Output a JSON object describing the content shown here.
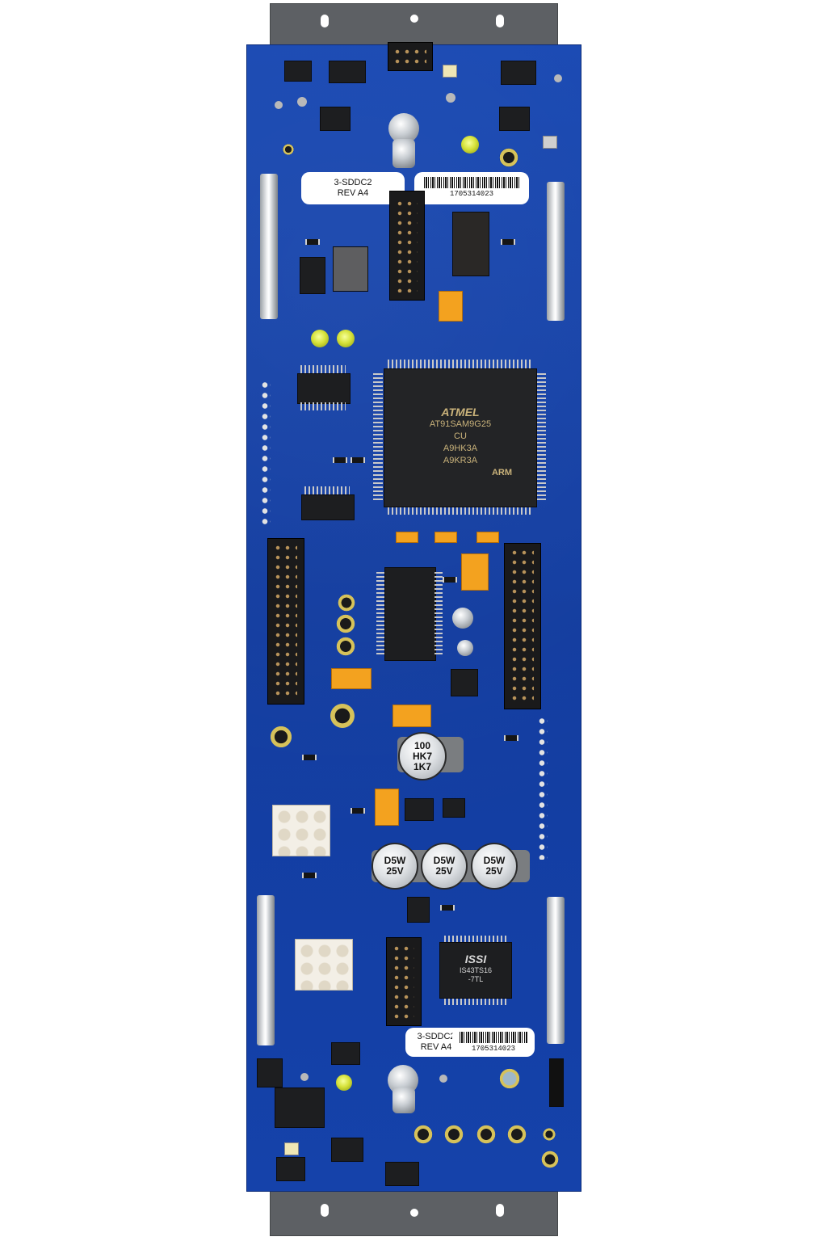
{
  "board": {
    "label_top": {
      "line1": "3-SDDC2",
      "line2": "REV A4",
      "serial": "1705314023"
    },
    "label_bottom": {
      "line1": "3-SDDC2",
      "line2": "REV A4",
      "serial": "1705314023"
    },
    "cpu": {
      "logo": "ATMEL",
      "model": "AT91SAM9G25",
      "suffix": "CU",
      "lot1": "A9HK3A",
      "lot2": "A9KR3A",
      "arch": "ARM"
    },
    "capacitor_main": {
      "line1": "100",
      "line2": "HK7",
      "line3": "1K7"
    },
    "capacitors": [
      {
        "line1": "D5W",
        "line2": "25V"
      },
      {
        "line1": "D5W",
        "line2": "25V"
      },
      {
        "line1": "D5W",
        "line2": "25V"
      }
    ],
    "memory_chip": {
      "brand": "ISSI",
      "line1": "IS43TS16",
      "line2": "-7TL"
    }
  },
  "colors": {
    "pcb": "#1340a8",
    "bracket": "#5d6064",
    "tantalum": "#f3a21f",
    "led": "#d6e23a"
  }
}
